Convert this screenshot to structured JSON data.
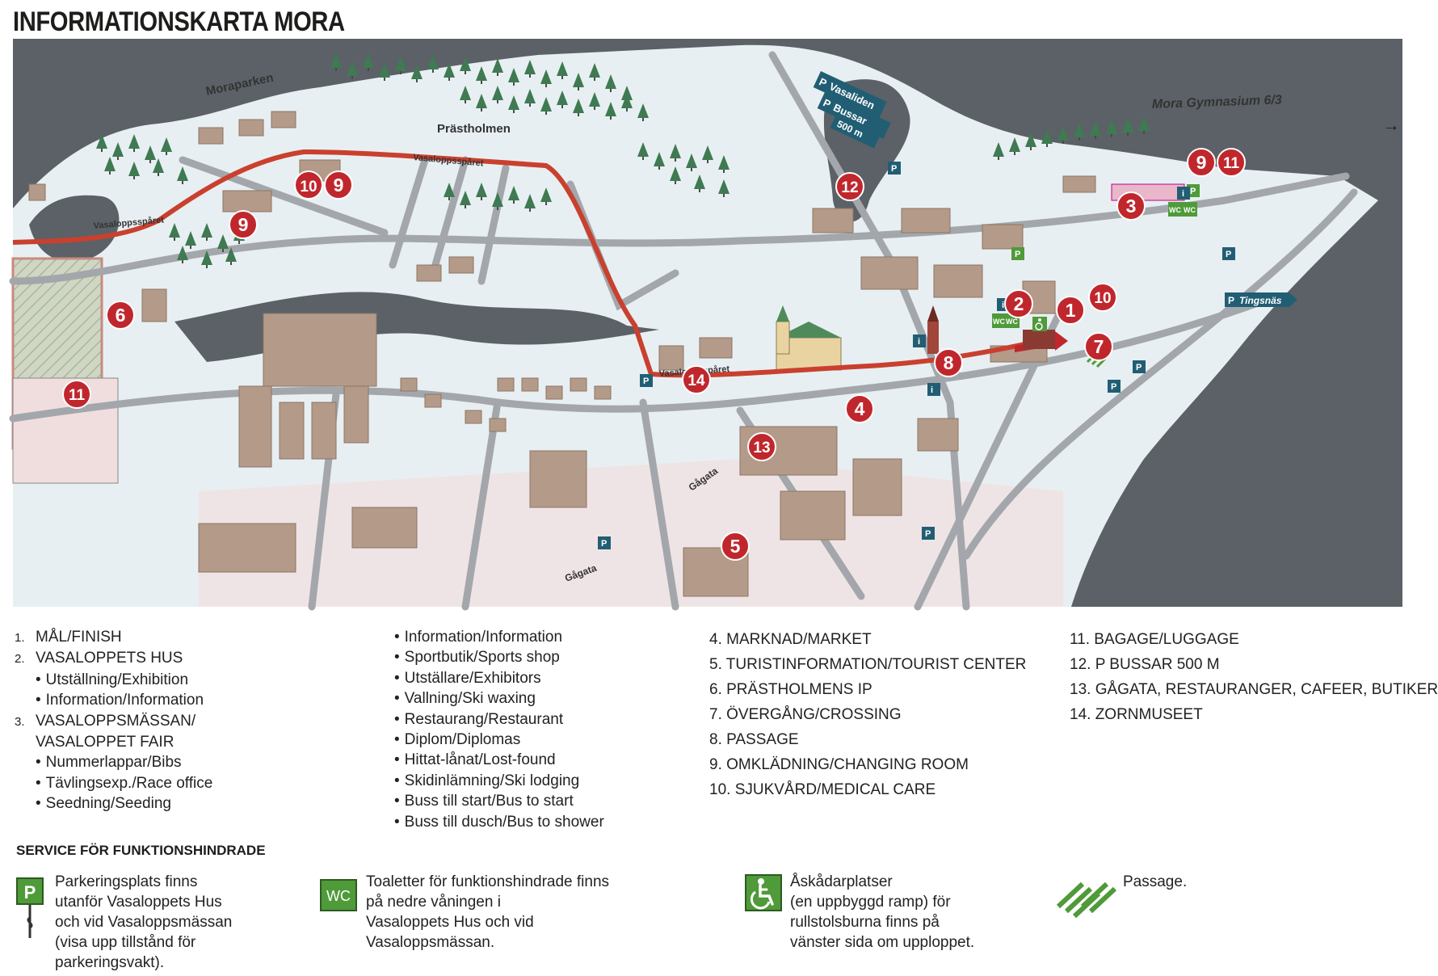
{
  "title": "INFORMATIONSKARTA MORA",
  "colors": {
    "water": "#5b6166",
    "snow": "#e8eff2",
    "road": "#a3a7ab",
    "building": "#b49a89",
    "track": "#c9402e",
    "marker": "#c0272d",
    "parking_sign": "#215e74",
    "service_green": "#4f9a39"
  },
  "map_labels": {
    "moraparken": "Moraparken",
    "prastholmen": "Prästholmen",
    "vasaloppsparet1": "Vasaloppsspåret",
    "vasaloppsparet2": "Vasaloppsspåret",
    "vasaloppsparet3": "Vasaloppsspåret",
    "gagata1": "Gågata",
    "gagata2": "Gågata",
    "gymnasium": "Mora Gymnasium 6/3",
    "tingsnas": "Tingsnäs",
    "sign_vasaliden": "Vasaliden",
    "sign_bussar": "Bussar",
    "sign_500m": "500 m",
    "p": "P",
    "wc": "WC",
    "info": "i"
  },
  "markers": [
    "1",
    "2",
    "3",
    "4",
    "5",
    "6",
    "7",
    "8",
    "9",
    "10",
    "11",
    "12",
    "13",
    "14"
  ],
  "legend_col1": {
    "i1_num": "1.",
    "i1": "MÅL/FINISH",
    "i2_num": "2.",
    "i2": "VASALOPPETS HUS",
    "i2_sub": [
      "Utställning/Exhibition",
      "Information/Information"
    ],
    "i3_num": "3.",
    "i3a": "VASALOPPSMÄSSAN/",
    "i3b": "VASALOPPET FAIR",
    "i3_sub": [
      "Nummerlappar/Bibs",
      "Tävlingsexp./Race office",
      "Seedning/Seeding"
    ]
  },
  "legend_col2": [
    "Information/Information",
    "Sportbutik/Sports shop",
    "Utställare/Exhibitors",
    "Vallning/Ski waxing",
    "Restaurang/Restaurant",
    "Diplom/Diplomas",
    "Hittat-lånat/Lost-found",
    "Skidinlämning/Ski lodging",
    "Buss till start/Bus to start",
    "Buss till dusch/Bus to shower"
  ],
  "legend_col3": [
    "4. MARKNAD/MARKET",
    "5. TURISTINFORMATION/TOURIST CENTER",
    "6. PRÄSTHOLMENS IP",
    "7. ÖVERGÅNG/CROSSING",
    "8. PASSAGE",
    "9. OMKLÄDNING/CHANGING ROOM",
    "10. SJUKVÅRD/MEDICAL CARE"
  ],
  "legend_col4": [
    "11. BAGAGE/LUGGAGE",
    "12. P BUSSAR 500 M",
    "13. GÅGATA, RESTAURANGER, CAFEER, BUTIKER",
    "14. ZORNMUSEET"
  ],
  "service": {
    "title": "SERVICE FÖR FUNKTIONSHINDRADE",
    "parking_icon": "P",
    "parking_text": [
      "Parkeringsplats finns",
      "utanför Vasaloppets Hus",
      "och vid Vasaloppsmässan",
      "(visa upp tillstånd för",
      "parkeringsvakt)."
    ],
    "wc_icon": "WC",
    "wc_text": [
      "Toaletter för funktionshindrade finns",
      "på nedre våningen i",
      "Vasaloppets Hus och vid",
      "Vasaloppsmässan."
    ],
    "wheelchair_icon": "wheelchair-icon",
    "wheelchair_text": [
      "Åskådarplatser",
      "(en uppbyggd ramp) för",
      "rullstolsburna finns på",
      "vänster sida om upploppet."
    ],
    "passage_icon": "passage-stripes-icon",
    "passage_text": "Passage."
  }
}
